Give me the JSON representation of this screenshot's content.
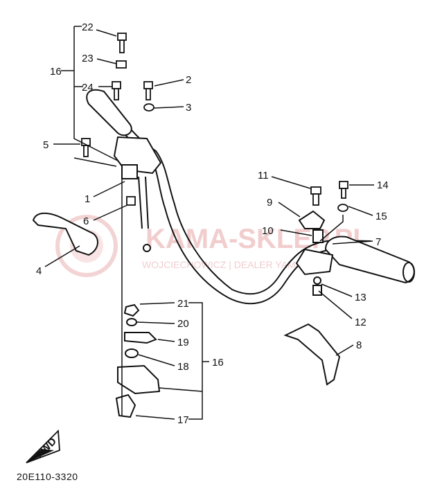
{
  "diagram": {
    "callouts": {
      "c22": "22",
      "c23": "23",
      "c16a": "16",
      "c24": "24",
      "c2": "2",
      "c3": "3",
      "c5": "5",
      "c1": "1",
      "c6": "6",
      "c4": "4",
      "c11": "11",
      "c14": "14",
      "c9": "9",
      "c15": "15",
      "c10": "10",
      "c7": "7",
      "c13": "13",
      "c12": "12",
      "c21": "21",
      "c20": "20",
      "c19": "19",
      "c18": "18",
      "c16b": "16",
      "c8": "8",
      "c17": "17"
    },
    "fwd_label": "FWD",
    "figure_code": "20E110-3320",
    "watermark": {
      "main": "KAMA-SKLEP.PL",
      "sub": "WOJCIECHOWICZ | DEALER YAMAHA"
    }
  }
}
